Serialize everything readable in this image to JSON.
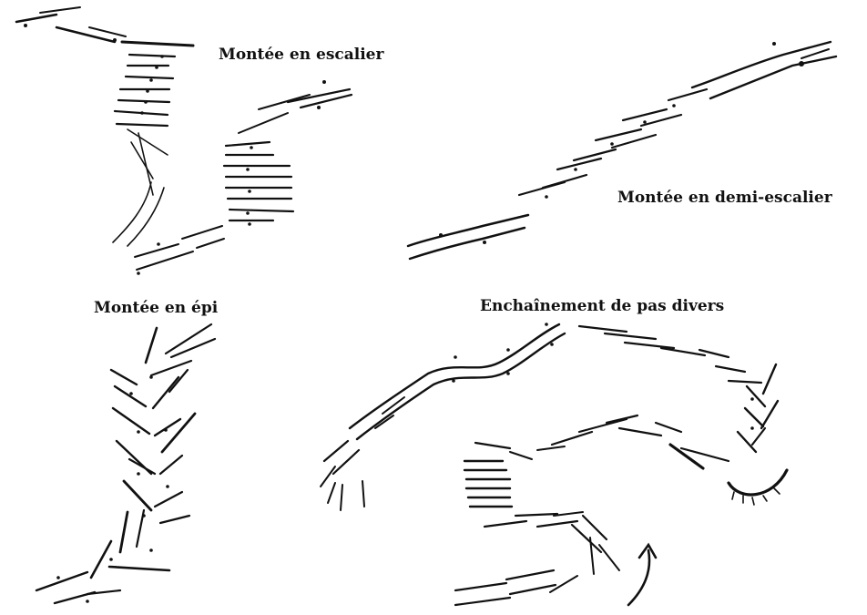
{
  "figure": {
    "panels": [
      {
        "id": "escalier",
        "label": "Montée en escalier"
      },
      {
        "id": "demi-escalier",
        "label": "Montée en demi-escalier"
      },
      {
        "id": "epi",
        "label": "Montée en épi"
      },
      {
        "id": "divers",
        "label": "Enchaînement de pas divers"
      }
    ]
  },
  "colors": {
    "ink": "#111111",
    "background": "#ffffff"
  }
}
